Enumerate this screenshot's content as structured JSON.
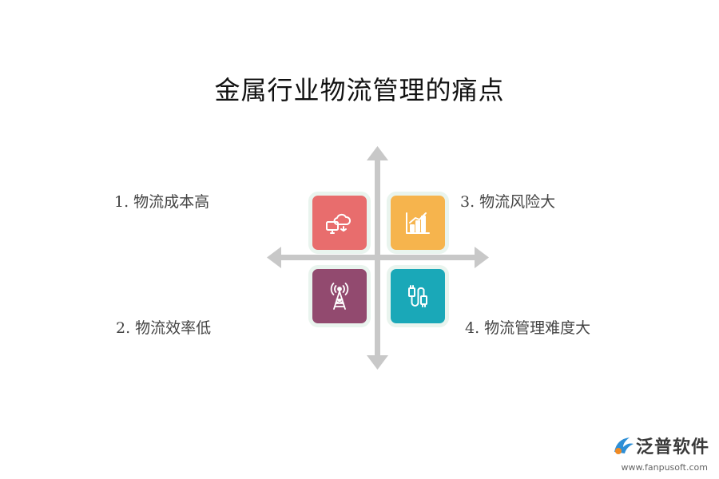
{
  "title": "金属行业物流管理的痛点",
  "items": [
    {
      "label": "1. 物流成本高",
      "color": "#e86d6d",
      "icon": "cloud-computer-icon"
    },
    {
      "label": "2. 物流效率低",
      "color": "#924a6f",
      "icon": "signal-tower-icon"
    },
    {
      "label": "3. 物流风险大",
      "color": "#f6b44d",
      "icon": "bar-chart-icon"
    },
    {
      "label": "4. 物流管理难度大",
      "color": "#1aa8b8",
      "icon": "usb-cable-icon"
    }
  ],
  "logo": {
    "name": "泛普软件",
    "url": "www.fanpusoft.com",
    "icon": "fanpu-logo-icon"
  },
  "colors": {
    "axis": "#c8c8c8",
    "tile_border": "#e9f4ee"
  }
}
